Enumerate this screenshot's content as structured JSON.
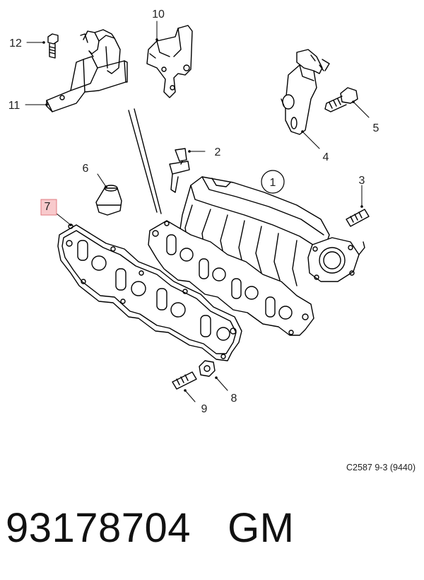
{
  "callouts": {
    "c1": "1",
    "c2": "2",
    "c3": "3",
    "c4": "4",
    "c5": "5",
    "c6": "6",
    "c7": "7",
    "c8": "8",
    "c9": "9",
    "c10": "10",
    "c11": "11",
    "c12": "12"
  },
  "highlight_color": "#f4a6aa",
  "reference": "C2587 9-3 (9440)",
  "part_number": "93178704",
  "brand": "GM"
}
